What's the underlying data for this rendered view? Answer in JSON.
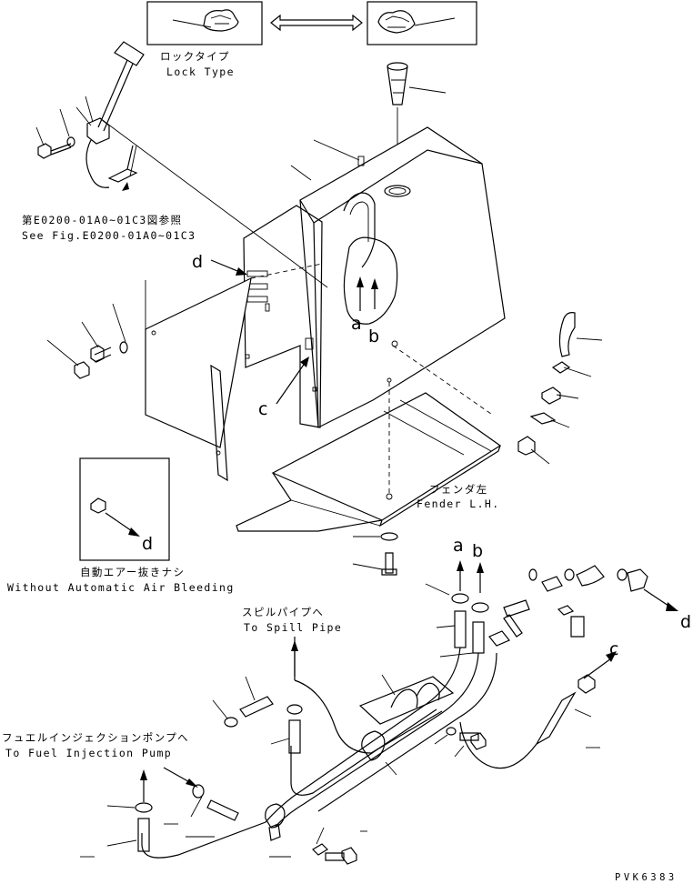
{
  "labels": {
    "lock_type_jp": "ロックタイプ",
    "lock_type_en": "Lock Type",
    "see_fig_jp": "第E0200-01A0~01C3図参照",
    "see_fig_en": "See Fig.E0200-01A0~01C3",
    "fender_jp": "フェンダ左",
    "fender_en": "Fender L.H.",
    "no_air_bleed_jp": "自動エアー抜きナシ",
    "no_air_bleed_en": "Without Automatic Air Bleeding",
    "spill_pipe_jp": "スピルパイプへ",
    "spill_pipe_en": "To Spill Pipe",
    "fuel_pump_jp": "フュエルインジェクションポンプへ",
    "fuel_pump_en": "To Fuel Injection Pump",
    "drawing_code": "PVK6383"
  },
  "callouts": {
    "a": "a",
    "b": "b",
    "c": "c",
    "d": "d"
  }
}
